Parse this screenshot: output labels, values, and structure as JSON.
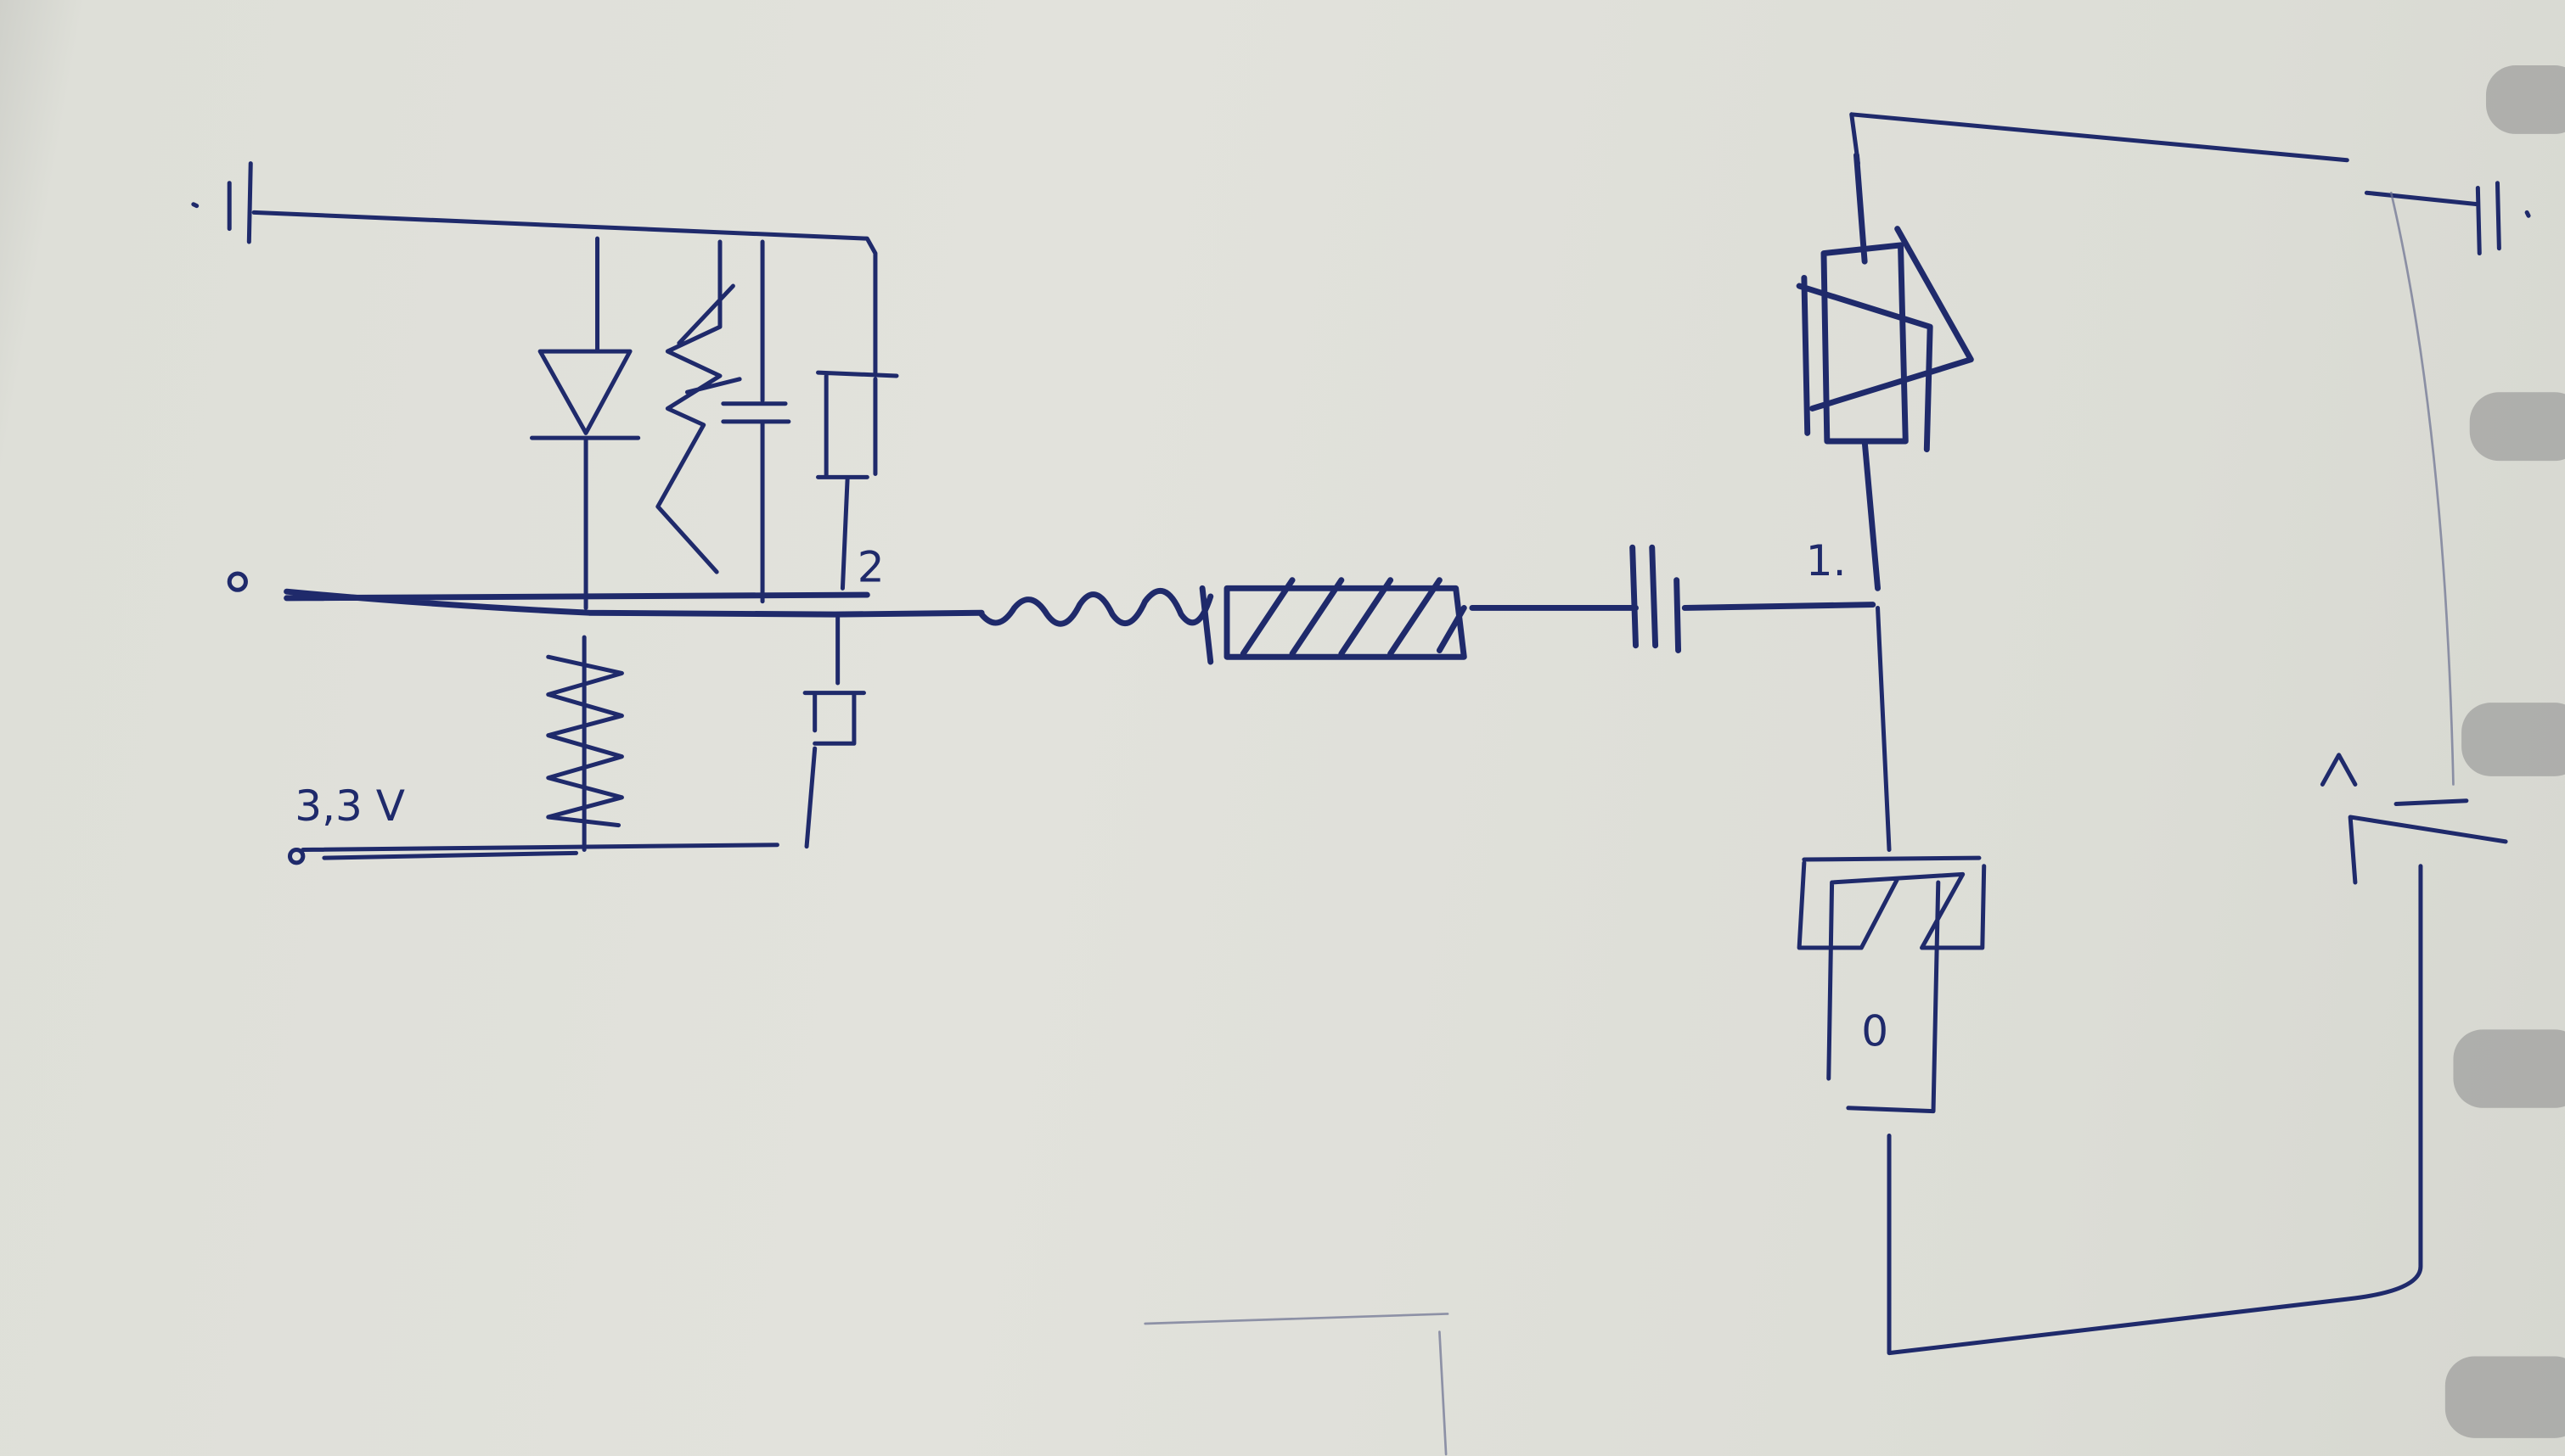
{
  "sketch": {
    "labels": {
      "voltage": "3,3 V",
      "node_2": "2",
      "node_1": "1.",
      "meter": "0"
    },
    "ink_color": "#1f2a6b"
  }
}
